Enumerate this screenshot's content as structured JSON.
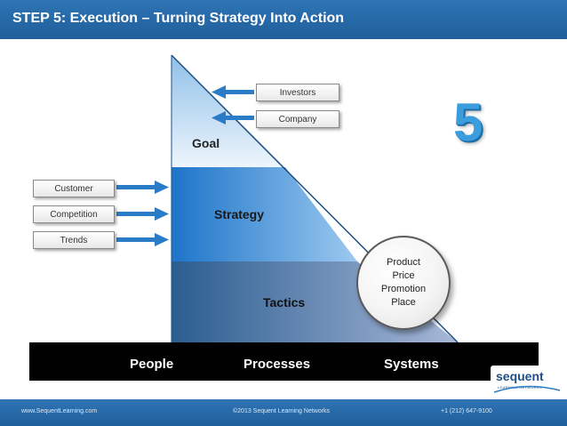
{
  "title": "STEP 5: Execution – Turning Strategy Into Action",
  "step_number": "5",
  "pyramid": {
    "goal": "Goal",
    "strategy": "Strategy",
    "tactics": "Tactics"
  },
  "goal_inputs": [
    "Investors",
    "Company"
  ],
  "strategy_inputs": [
    "Customer",
    "Competition",
    "Trends"
  ],
  "marketing_mix": [
    "Product",
    "Price",
    "Promotion",
    "Place"
  ],
  "foundation": [
    "People",
    "Processes",
    "Systems"
  ],
  "footer": {
    "website": "www.SequentLearning.com",
    "copyright": "©2013 Sequent Learning Networks",
    "phone": "+1 (212) 647-9100"
  },
  "logo": {
    "name": "sequent",
    "tagline": "LEARNING NETWORKS"
  },
  "colors": {
    "title_bar": "#1f5f9b",
    "goal": "#cfe0f3",
    "strategy": "#2a7fd0",
    "tactics": "#2f5f8f",
    "step_number": "#3b9ddd",
    "arrows": "#2a7cc7"
  }
}
